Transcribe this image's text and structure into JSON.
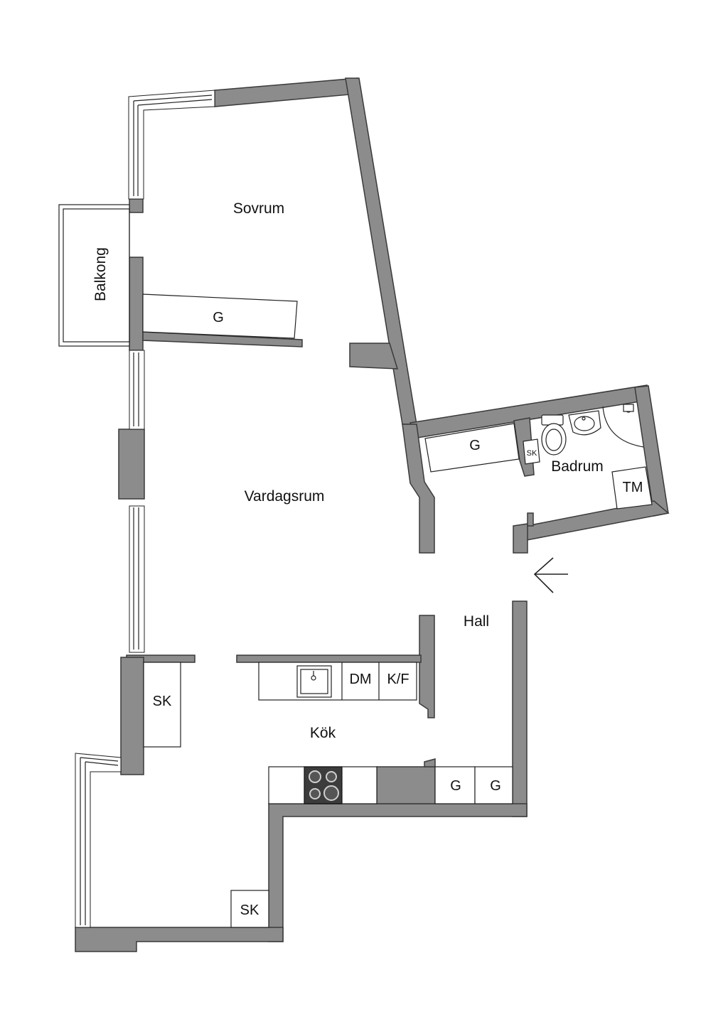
{
  "rooms": {
    "sovrum": "Sovrum",
    "balkong": "Balkong",
    "vardagsrum": "Vardagsrum",
    "badrum": "Badrum",
    "hall": "Hall",
    "kok": "Kök"
  },
  "fixtures": {
    "g_sovrum": "G",
    "g_hall": "G",
    "sk_badrum": "SK",
    "tm": "TM",
    "dm": "DM",
    "kf": "K/F",
    "sk_kok": "SK",
    "g_kok_1": "G",
    "g_kok_2": "G",
    "sk_bottom": "SK"
  },
  "colors": {
    "wall": "#8c8c8c",
    "line": "#222222",
    "background": "#ffffff"
  }
}
